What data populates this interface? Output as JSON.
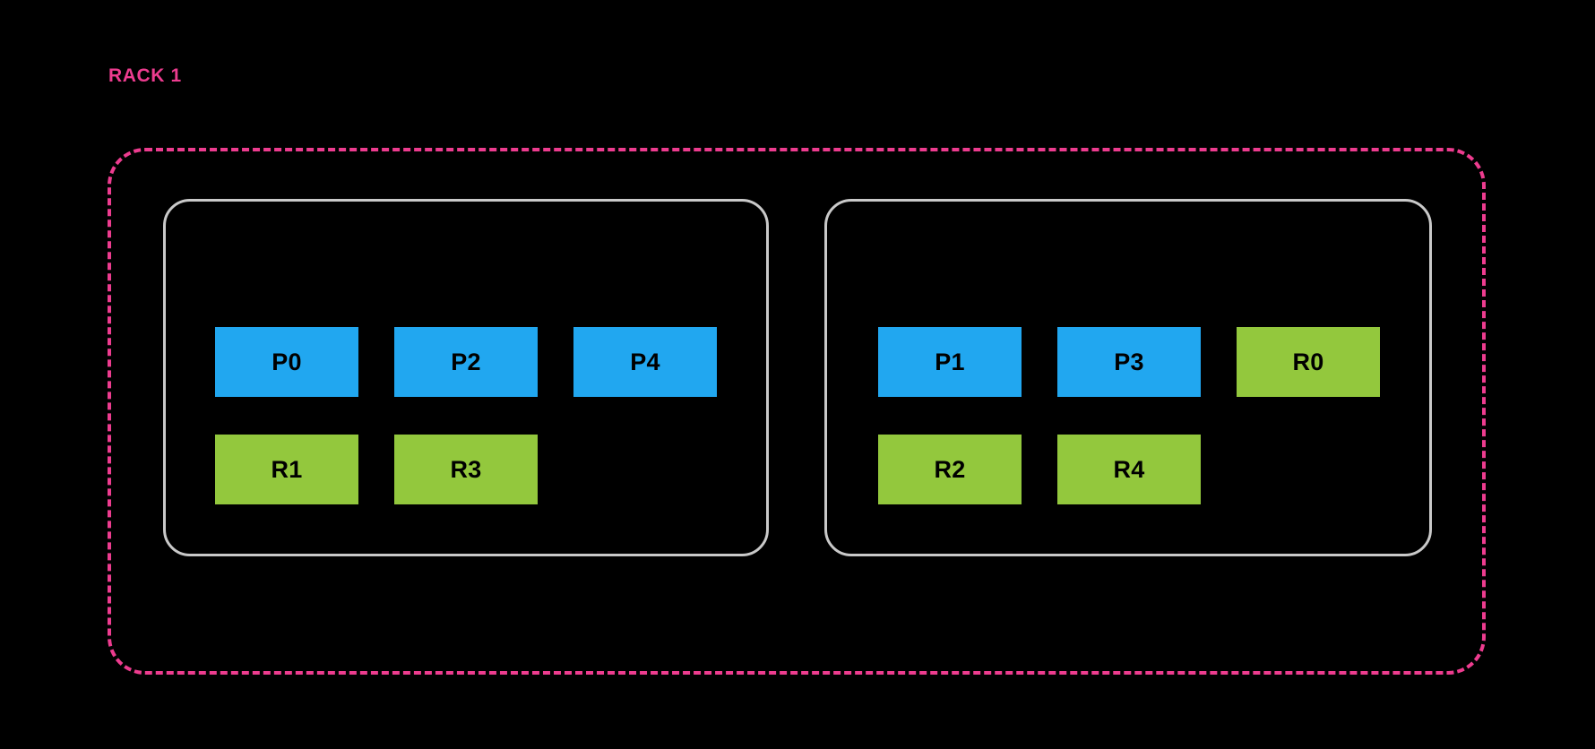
{
  "diagram": {
    "title": "RACK 1",
    "background_color": "#000000",
    "rack": {
      "label": "RACK 1",
      "border_color": "#ED3C8F",
      "border_style": "dashed"
    },
    "legend_colors": {
      "partition": "#21A7F0",
      "replica": "#93C83D",
      "node_border": "#C9C9C9",
      "rack_border": "#ED3C8F",
      "chip_text": "#000000"
    },
    "nodes": [
      {
        "id": "node-0",
        "partitions": [
          "P0",
          "P2",
          "P4"
        ],
        "replicas": [
          "R1",
          "R3"
        ]
      },
      {
        "id": "node-1",
        "partitions": [
          "P1",
          "P3"
        ],
        "replicas_top_row": [
          "R0"
        ],
        "replicas": [
          "R2",
          "R4"
        ]
      }
    ]
  }
}
